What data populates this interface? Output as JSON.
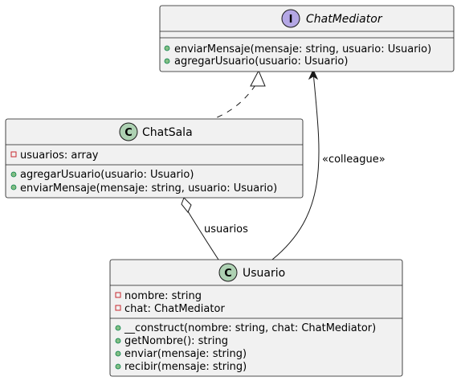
{
  "interface": {
    "stereotype_letter": "I",
    "name": "ChatMediator",
    "methods": [
      {
        "visibility": "+",
        "text": "enviarMensaje(mensaje: string, usuario: Usuario)"
      },
      {
        "visibility": "+",
        "text": "agregarUsuario(usuario: Usuario)"
      }
    ]
  },
  "chatsala": {
    "stereotype_letter": "C",
    "name": "ChatSala",
    "fields": [
      {
        "visibility": "-",
        "text": "usuarios: array"
      }
    ],
    "methods": [
      {
        "visibility": "+",
        "text": "agregarUsuario(usuario: Usuario)"
      },
      {
        "visibility": "+",
        "text": "enviarMensaje(mensaje: string, usuario: Usuario)"
      }
    ]
  },
  "usuario": {
    "stereotype_letter": "C",
    "name": "Usuario",
    "fields": [
      {
        "visibility": "-",
        "text": "nombre: string"
      },
      {
        "visibility": "-",
        "text": "chat: ChatMediator"
      }
    ],
    "methods": [
      {
        "visibility": "+",
        "text": "__construct(nombre: string, chat: ChatMediator)"
      },
      {
        "visibility": "+",
        "text": "getNombre(): string"
      },
      {
        "visibility": "+",
        "text": "enviar(mensaje: string)"
      },
      {
        "visibility": "+",
        "text": "recibir(mensaje: string)"
      }
    ]
  },
  "relations": {
    "aggregation_label": "usuarios",
    "colleague_label": "«colleague»"
  },
  "colors": {
    "box_fill": "#f1f1f1",
    "box_stroke": "#181818",
    "interface_badge": "#b4a7e5",
    "class_badge": "#add1b2",
    "field_private": "#c82930",
    "method_public": "#84be84"
  }
}
